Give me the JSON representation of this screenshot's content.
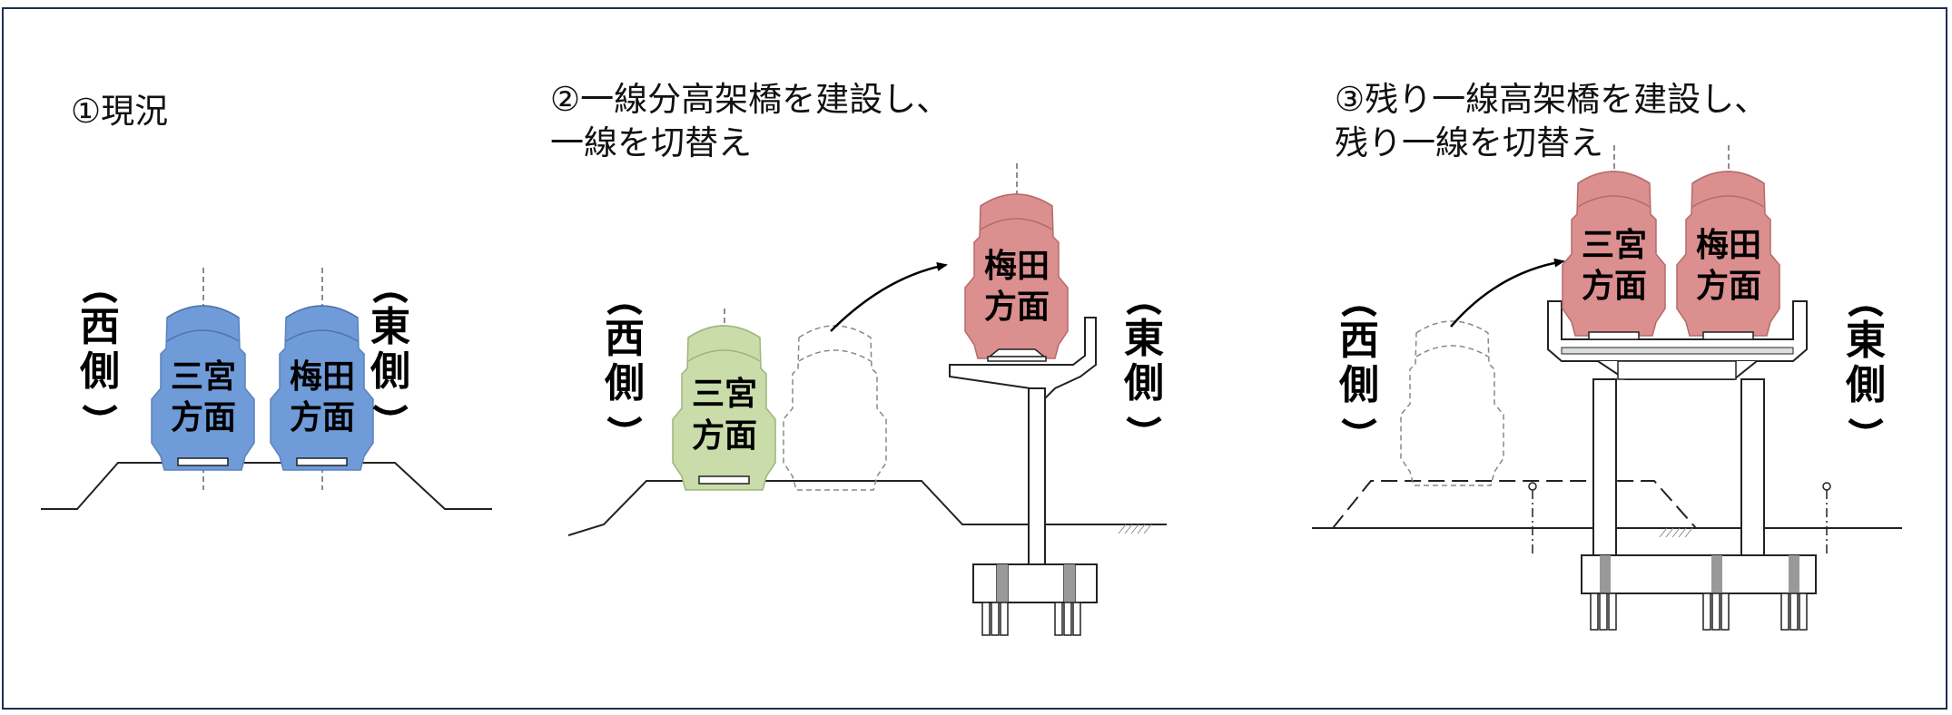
{
  "panels": [
    {
      "title": "①現況",
      "west_label": "西側",
      "east_label": "東側",
      "trains": [
        {
          "label_line1": "三宮",
          "label_line2": "方面"
        },
        {
          "label_line1": "梅田",
          "label_line2": "方面"
        }
      ]
    },
    {
      "title_line1": "②一線分高架橋を建設し、",
      "title_line2": "一線を切替え",
      "west_label": "西側",
      "east_label": "東側",
      "trains": [
        {
          "label_line1": "三宮",
          "label_line2": "方面"
        },
        {
          "label_line1": "梅田",
          "label_line2": "方面"
        }
      ]
    },
    {
      "title_line1": "③残り一線高架橋を建設し、",
      "title_line2": "残り一線を切替え",
      "west_label": "西側",
      "east_label": "東側",
      "trains": [
        {
          "label_line1": "三宮",
          "label_line2": "方面"
        },
        {
          "label_line1": "梅田",
          "label_line2": "方面"
        }
      ]
    }
  ],
  "colors": {
    "blue_train": "#6f9bd9",
    "green_train": "#c9dcaa",
    "red_train": "#dc8f8f",
    "frame": "#1f2d4d"
  }
}
